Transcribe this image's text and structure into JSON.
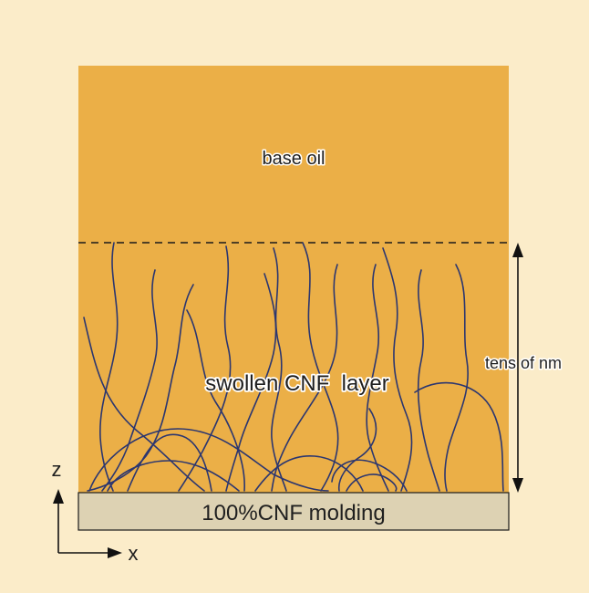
{
  "labels": {
    "base_oil": "base oil",
    "swollen_layer": "swollen CNF  layer",
    "thickness": "tens of nm",
    "molding": "100%CNF molding",
    "axis_z": "z",
    "axis_x": "x"
  },
  "colors": {
    "background": "#fbecc9",
    "oil_region": "#ebaf47",
    "molding": "#ddd2b3",
    "fiber": "#2b3670",
    "outline": "#1a1a1a",
    "text_halo": "#ffffff"
  }
}
